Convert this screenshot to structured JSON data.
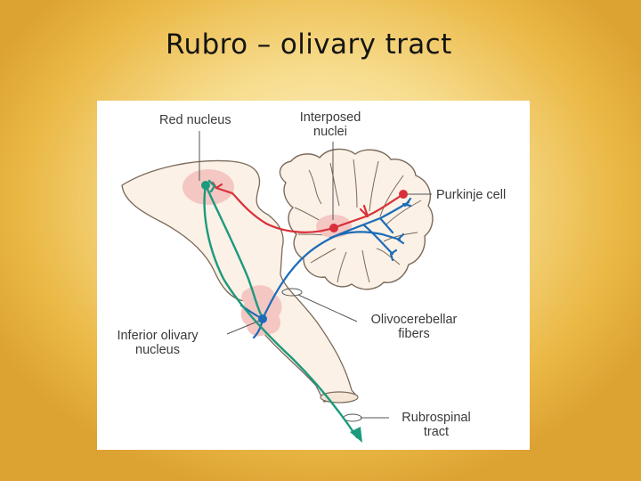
{
  "slide": {
    "title": "Rubro – olivary tract"
  },
  "diagram": {
    "labels": {
      "red_nucleus": "Red nucleus",
      "interposed_line1": "Interposed",
      "interposed_line2": "nuclei",
      "purkinje_cell": "Purkinje cell",
      "inferior_olivary_line1": "Inferior olivary",
      "inferior_olivary_line2": "nucleus",
      "olivocerebellar_line1": "Olivocerebellar",
      "olivocerebellar_line2": "fibers",
      "rubrospinal_line1": "Rubrospinal",
      "rubrospinal_line2": "tract"
    },
    "colors": {
      "red_pathway": "#d8303a",
      "green_pathway": "#1c9a7e",
      "blue_pathway": "#1c6cb8",
      "tissue_fill": "#fbf1e6",
      "tissue_outline": "#7a6a5a",
      "nucleus_pink": "#f4c7c3"
    }
  }
}
